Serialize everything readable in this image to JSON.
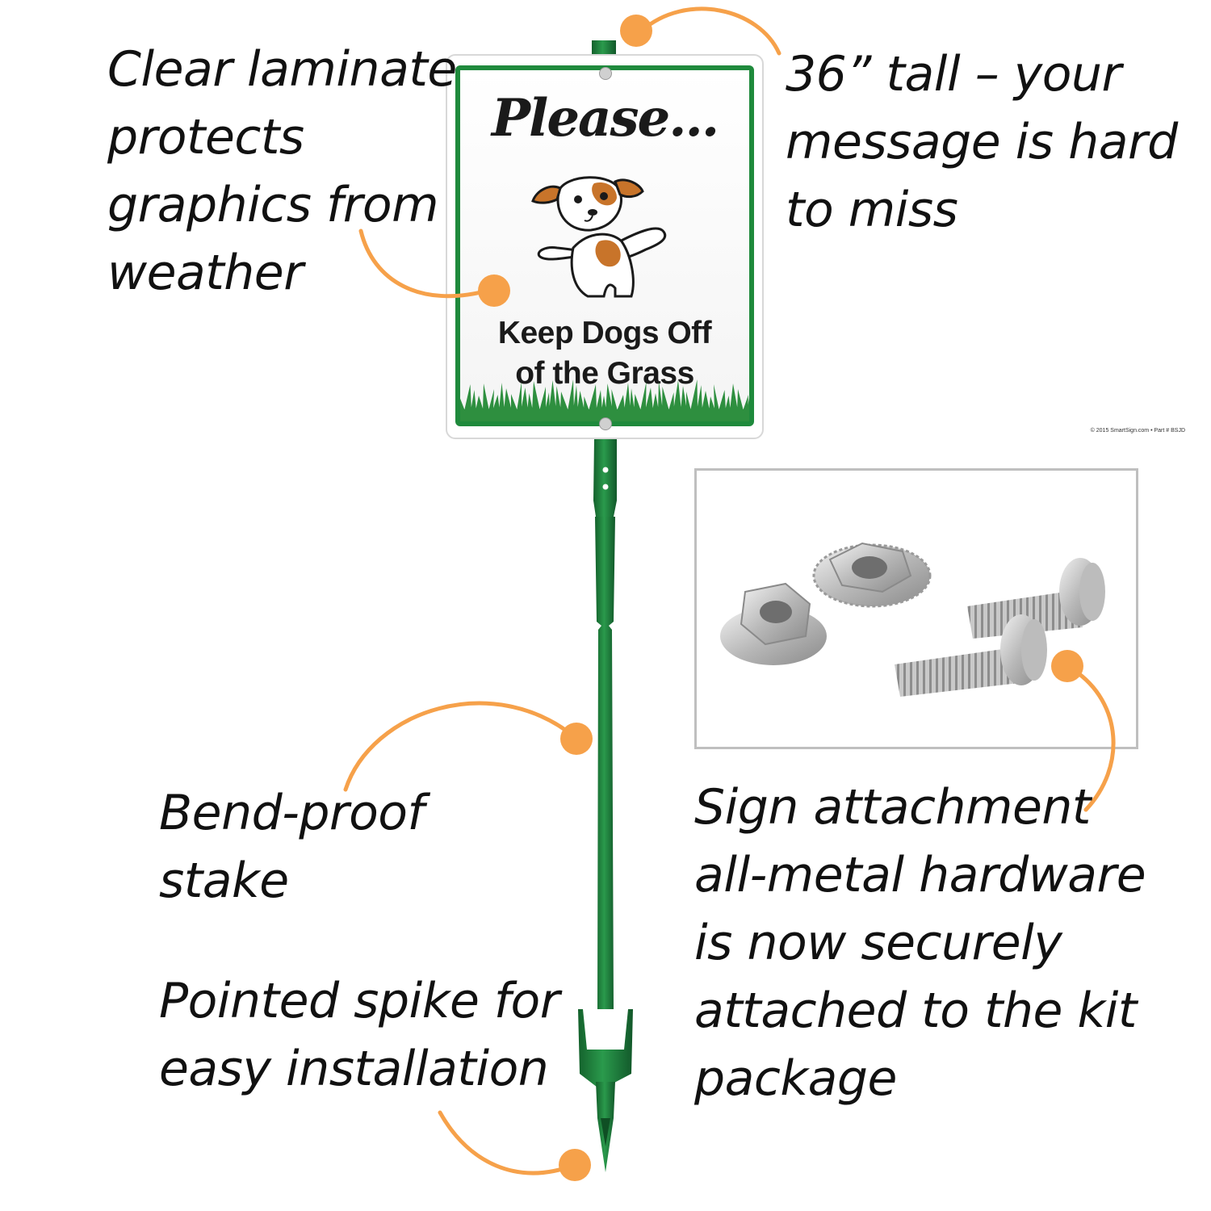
{
  "callouts": {
    "laminate": [
      "Clear laminate",
      "protects",
      "graphics from",
      "weather"
    ],
    "tall": [
      "36” tall – your",
      "message is hard",
      "to miss"
    ],
    "stake": [
      "Bend-proof",
      "stake"
    ],
    "spike": [
      "Pointed spike for",
      "easy installation"
    ],
    "hardware": [
      "Sign attachment",
      "all-metal hardware",
      "is now securely",
      "attached to the kit",
      "package"
    ]
  },
  "sign": {
    "headline": "Please...",
    "line1": "Keep Dogs Off",
    "line2": "of the Grass",
    "copyright": "© 2015 SmartSign.com • Part # BSJD"
  },
  "colors": {
    "callout_accent": "#f6a14a",
    "stake_green": "#1e7f3d",
    "sign_border": "#1f8a3c",
    "dog_patch": "#c8742a",
    "hardware_frame": "#bfbfbf"
  },
  "icons": [
    "dog-illustration",
    "grass-illustration",
    "screw-icon",
    "nut-icon"
  ]
}
